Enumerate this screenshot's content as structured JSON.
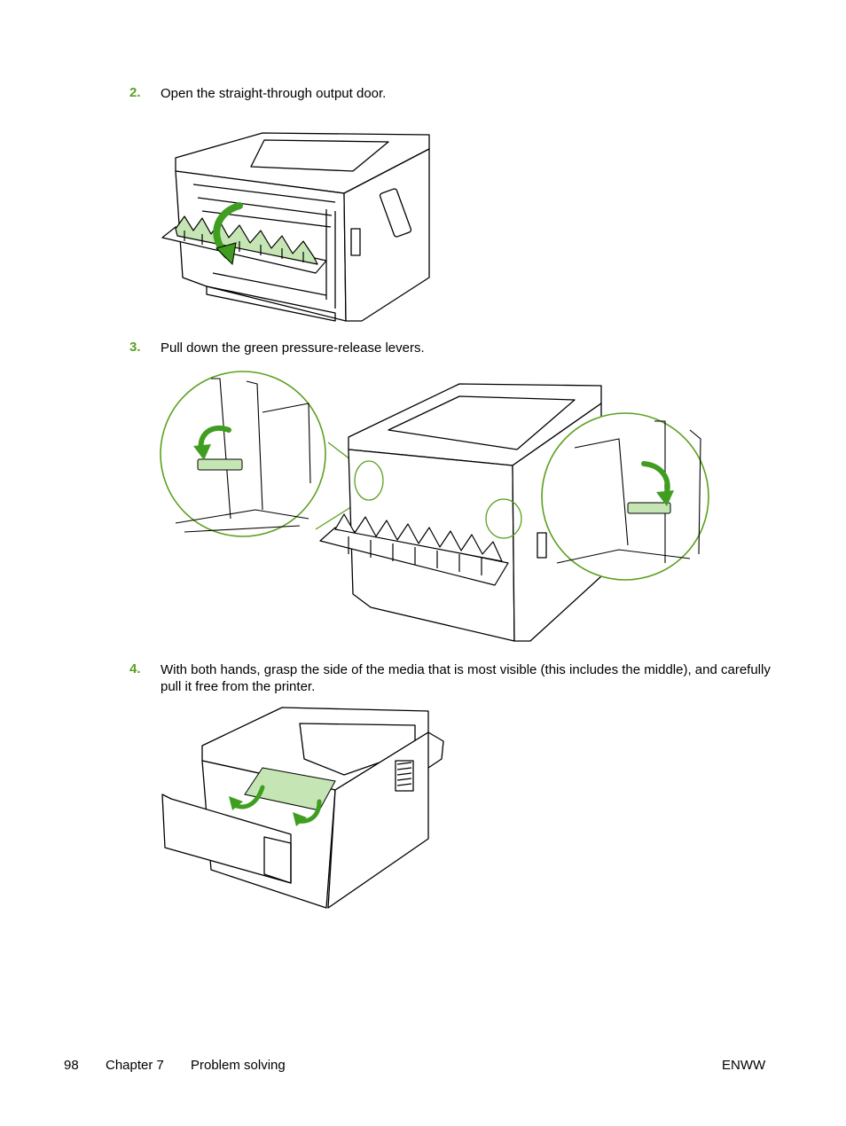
{
  "steps": [
    {
      "number": "2.",
      "text": "Open the straight-through output door."
    },
    {
      "number": "3.",
      "text": "Pull down the green pressure-release levers."
    },
    {
      "number": "4.",
      "text": "With both hands, grasp the side of the media that is most visible (this includes the middle), and carefully pull it free from the printer."
    }
  ],
  "footer": {
    "page_number": "98",
    "chapter": "Chapter 7",
    "section": "Problem solving",
    "label": "ENWW"
  },
  "colors": {
    "accent_green": "#5aa01e",
    "part_green": "#c5e6b4",
    "arrow_green": "#3f9e1f"
  }
}
